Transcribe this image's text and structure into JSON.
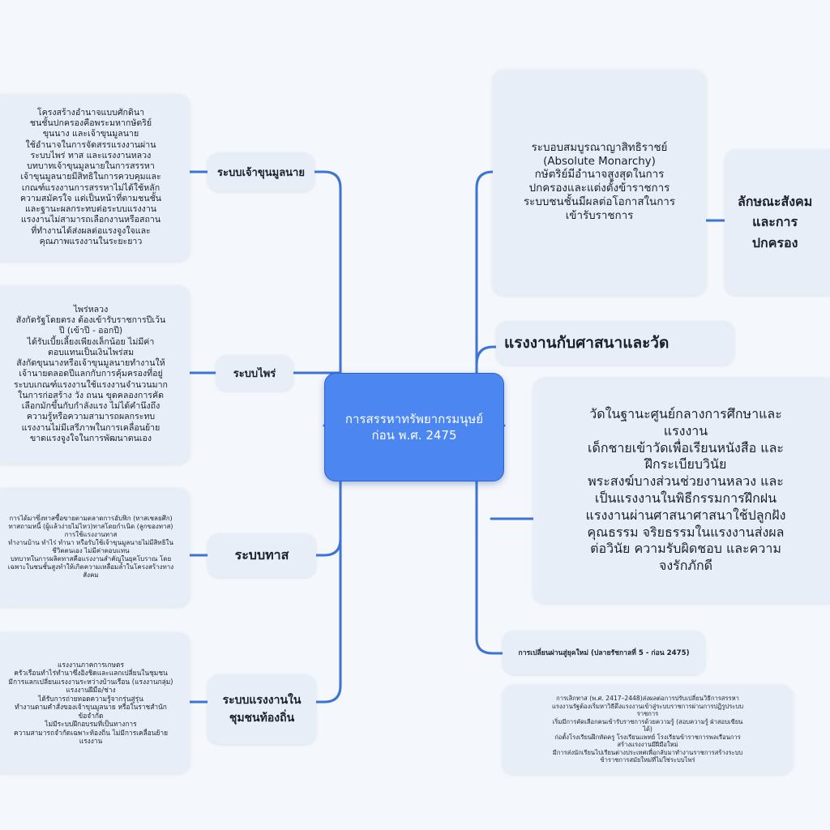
{
  "center": {
    "label": "การสรรหาทรัพยากรมนุษย์\nก่อน พ.ศ. 2475"
  },
  "left": [
    {
      "label": "ระบบเจ้าขุนมูลนาย",
      "detail": "โครงสร้างอำนาจแบบศักดินา\nชนชั้นปกครองคือพระมหากษัตริย์\nขุนนาง และเจ้าขุนมูลนาย\nใช้อำนาจในการจัดสรรแรงงานผ่าน\nระบบไพร่ ทาส และแรงงานหลวง\nบทบาทเจ้าขุนมูลนายในการสรรหา\nเจ้าขุนมูลนายมีสิทธิในการควบคุมและ\nเกณฑ์แรงงานการสรรหาไม่ได้ใช้หลัก\nความสมัครใจ แต่เป็นหน้าที่ตามชนชั้น\nและฐานะผลกระทบต่อระบบแรงงาน\nแรงงานไม่สามารถเลือกงานหรือสถาน\nที่ทำงานได้ส่งผลต่อแรงจูงใจและ\nคุณภาพแรงงานในระยะยาว"
    },
    {
      "label": "ระบบไพร่",
      "detail": "ไพร่หลวง\nสังกัดรัฐโดยตรง ต้องเข้ารับราชการปีเว้น\nปี (เข้าปี - ออกปี)\nได้รับเบี้ยเลี้ยงเพียงเล็กน้อย ไม่มีค่า\nตอบแทนเป็นเงินไพร่สม\nสังกัดขุนนางหรือเจ้าขุนมูลนายทำงานให้\nเจ้านายตลอดปีแลกกับการคุ้มครองที่อยู่\nระบบเกณฑ์แรงงานใช้แรงงานจำนวนมาก\nในการก่อสร้าง วัง ถนน ขุดคลองการคัด\nเลือกมักขึ้นกับกำลังแรง ไม่ได้คำนึงถึง\nความรู้หรือความสามารถผลกระทบ\nแรงงานไม่มีเสรีภาพในการเคลื่อนย้าย\nขาดแรงจูงใจในการพัฒนาตนเอง"
    },
    {
      "label": "ระบบทาส",
      "detail": "การได้มาซึ่งทาสซื้อขายตามตลาดการอับฟิก (ทาสเชลยศึก)\nทาสถามหนี้ (ผู้แล้วง่ายไม่ไหว)ทาสโดยกำเนิด (ลูกของทาส)\nการใช้แรงงานทาส\nทำงานบ้าน ทำไร่ ทำนา หรือรับใช้เจ้าขุนมูลนายไม่มีสิทธิใน\nชีวิตตนเอง ไม่มีค่าตอบแทน\nบทบาทในการผลิตทาสคือแรงงานสำคัญในยุคโบราณ โดย\nเฉพาะในชนชั้นสูงทำให้เกิดความเหลื่อมล้ำในโครงสร้างทาง\nสังคม"
    },
    {
      "label": "ระบบแรงงานใน\nชุมชนท้องถิ่น",
      "detail": "แรงงานภาคการเกษตร\nครัวเรือนทำไร่ทำนาซึ่งอิงชิดและแลกเปลี่ยนในชุมชน\nมีการแลกเปลี่ยนแรงงานระหว่างบ้านเรือน (แรงงานกลุ่ม)\nแรงงานฝีมือ/ช่าง\nได้รับการถ่ายทอดความรู้จากรุ่นสู่รุ่น\nทำงานตามคำสั่งของเจ้าขุนมูลนาย หรือในราชสำนัก\nข้อจำกัด\nไม่มีระบบฝึกอบรมที่เป็นทางการ\nความสามารถจำกัดเฉพาะท้องถิ่น ไม่มีการเคลื่อนย้าย\nแรงงาน"
    }
  ],
  "right": {
    "governance": {
      "label": "ลักษณะสังคม\nและการ\nปกครอง",
      "detail": "ระบอบสมบูรณาญาสิทธิราชย์\n(Absolute Monarchy)\nกษัตริย์มีอำนาจสูงสุดในการ\nปกครองและแต่งตั้งข้าราชการ\nระบบชนชั้นมีผลต่อโอกาสในการ\nเข้ารับราชการ"
    },
    "religion": {
      "label": "แรงงานกับศาสนาและวัด",
      "detail": "วัดในฐานะศูนย์กลางการศึกษาและ\nแรงงาน\nเด็กชายเข้าวัดเพื่อเรียนหนังสือ และ\nฝึกระเบียบวินัย\nพระสงฆ์บางส่วนช่วยงานหลวง และ\nเป็นแรงงานในพิธีกรรมการฝึกฝน\nแรงงานผ่านศาสนาศาสนาใช้ปลูกฝัง\nคุณธรรม จริยธรรมในแรงงานส่งผล\nต่อวินัย ความรับผิดชอบ และความ\nจงรักภักดี"
    },
    "transition": {
      "label": "การเปลี่ยนผ่านสู่ยุคใหม่ (ปลายรัชกาลที่ 5 - ก่อน 2475)",
      "detail": "การเลิกทาส (พ.ศ. 2417–2448)ส่งผลต่อการปรับเปลี่ยนวิธีการสรรหา\nแรงงานรัฐต้องเริ่มหาวิธีดึงแรงงานเข้าสู่ระบบราชการผ่านการปฏิรูประบบ\nราชการ\nเริ่มมีการคัดเลือกคนเข้ารับราชการด้วยความรู้ (สอบความรู้ ฝ่าสอบเขียน\nได้)\nก่อตั้งโรงเรียนฝึกหัดครู โรงเรียนแพทย์ โรงเรียนข้าราชการพลเรือนการ\nสร้างแรงงานมีฝีมือใหม่\nมีการส่งนักเรียนไปเรียนต่างประเทศเพื่อกลับมาทำงานราชการสร้างระบบ\nข้าราชการสมัยใหม่ที่ไม่ใช่ระบบไพร่"
    }
  },
  "colors": {
    "accent": "#4c86f0",
    "line": "#3d73d6",
    "node": "#e8eef8",
    "background": "#f4f7fb"
  }
}
